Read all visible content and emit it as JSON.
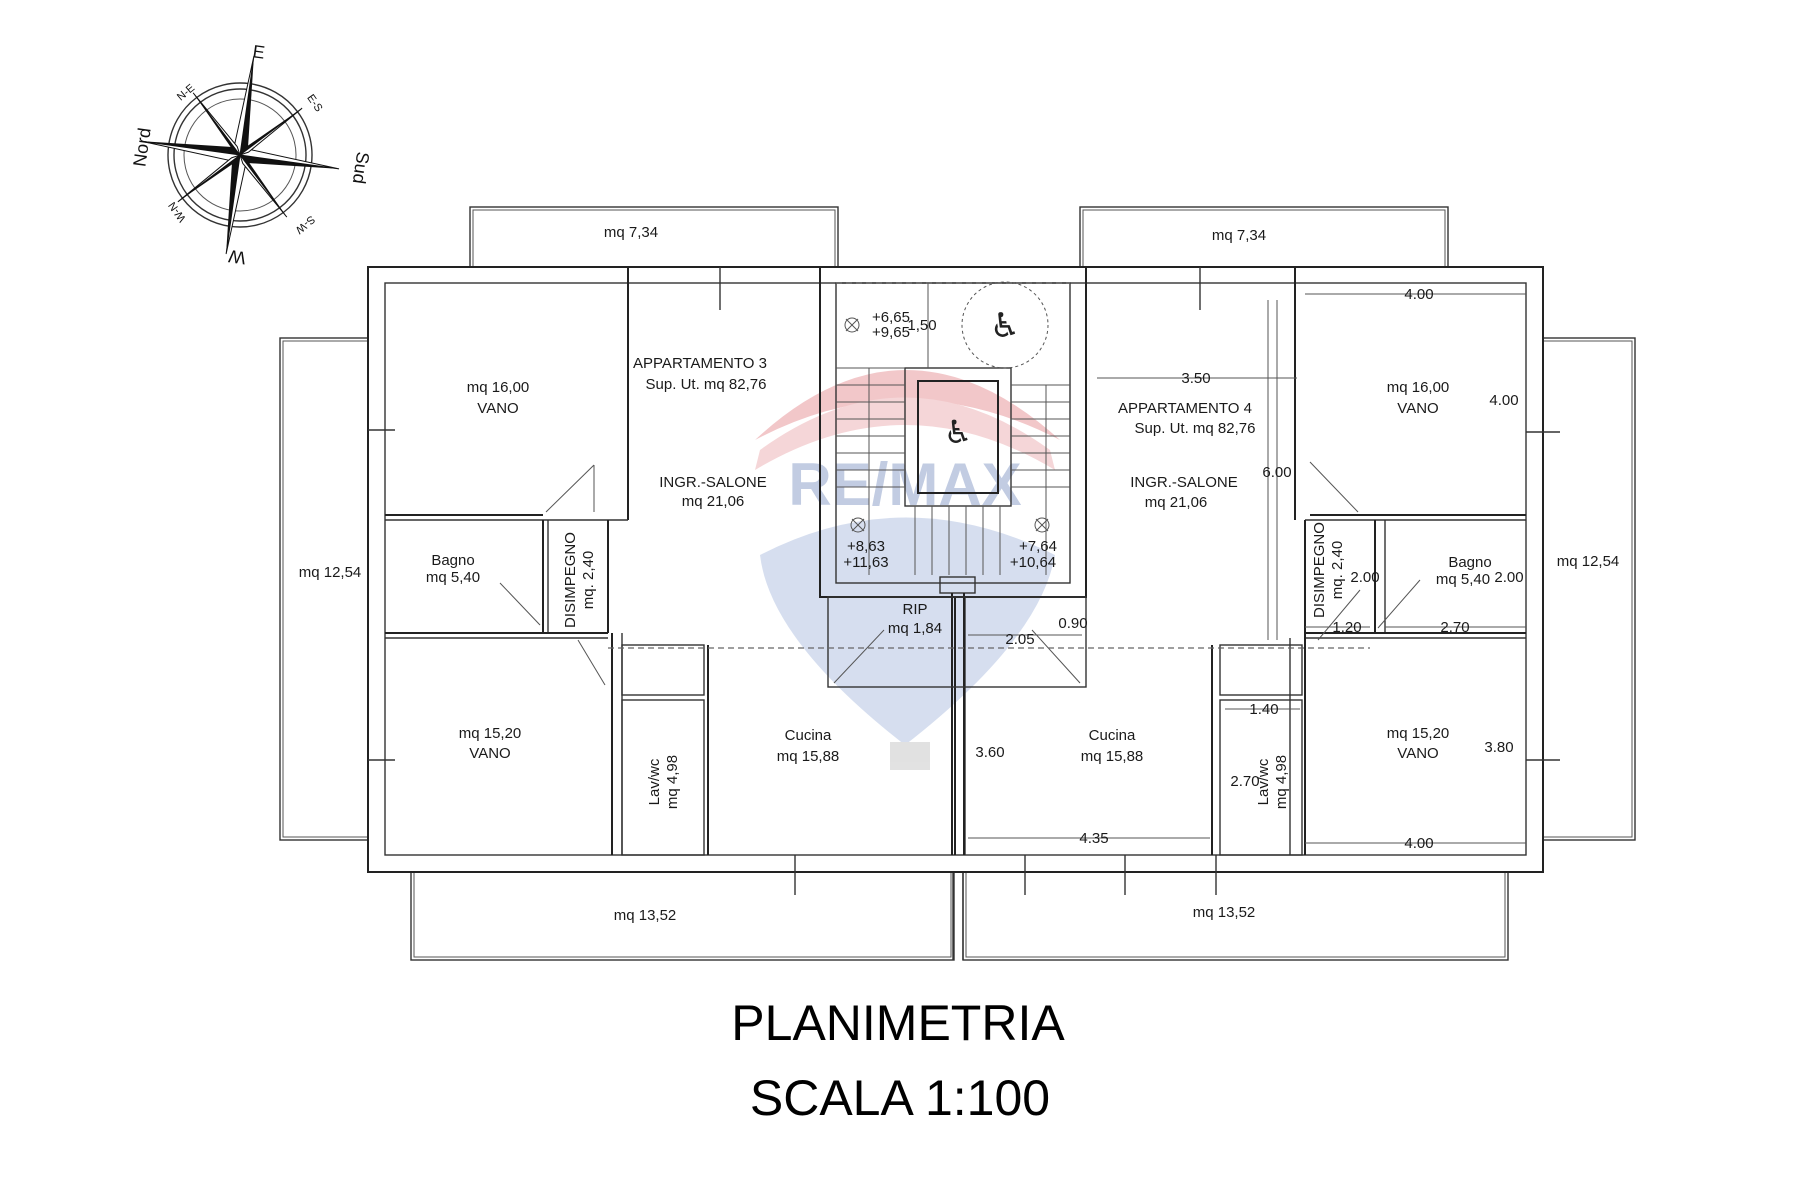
{
  "compass": {
    "north": "Nord",
    "south": "Sud",
    "east": "E",
    "west": "W",
    "ne": "N-E",
    "es": "E-S",
    "sw": "S-W",
    "wn": "W-N"
  },
  "balconies": {
    "top_left": "mq 7,34",
    "top_right": "mq 7,34",
    "left": "mq 12,54",
    "right": "mq 12,54",
    "bottom_left": "mq 13,52",
    "bottom_right": "mq 13,52"
  },
  "apartment3": {
    "name": "APPARTAMENTO 3",
    "surface": "Sup. Ut. mq 82,76",
    "rooms": {
      "vano_top": {
        "area": "mq 16,00",
        "name": "VANO"
      },
      "salone": {
        "name": "INGR.-SALONE",
        "area": "mq 21,06"
      },
      "bagno": {
        "name": "Bagno",
        "area": "mq 5,40"
      },
      "disimpegno": {
        "name": "DISIMPEGNO",
        "area": "mq. 2,40"
      },
      "vano_bottom": {
        "area": "mq 15,20",
        "name": "VANO"
      },
      "lavwc": {
        "name": "Lav/wc",
        "area": "mq 4,98"
      },
      "cucina": {
        "name": "Cucina",
        "area": "mq 15,88"
      }
    }
  },
  "apartment4": {
    "name": "APPARTAMENTO 4",
    "surface": "Sup. Ut. mq 82,76",
    "rooms": {
      "vano_top": {
        "area": "mq 16,00",
        "name": "VANO"
      },
      "salone": {
        "name": "INGR.-SALONE",
        "area": "mq 21,06"
      },
      "bagno": {
        "name": "Bagno",
        "area": "mq 5,40"
      },
      "disimpegno": {
        "name": "DISIMPEGNO",
        "area": "mq. 2,40"
      },
      "vano_bottom": {
        "area": "mq 15,20",
        "name": "VANO"
      },
      "lavwc": {
        "name": "Lav/wc",
        "area": "mq 4,98"
      },
      "cucina": {
        "name": "Cucina",
        "area": "mq 15,88"
      }
    },
    "dimensions": {
      "salone_width": "3.50",
      "salone_depth": "6.00",
      "vano_top_width": "4.00",
      "vano_top_depth": "4.00",
      "disimpegno_depth": "2.00",
      "disimpegno_width": "1.20",
      "bagno_width": "2.70",
      "bagno_depth": "2.00",
      "lavwc_width": "1.40",
      "lavwc_depth": "2.70",
      "vano_bottom_depth": "3.80",
      "vano_bottom_width": "4.00",
      "cucina_width": "4.35",
      "cucina_depth": "3.60"
    }
  },
  "stairwell": {
    "level_tl_1": "+6,65",
    "level_tl_2": "+9,65",
    "width_label": "1,50",
    "level_bl_1": "+8,63",
    "level_bl_2": "+11,63",
    "level_br_1": "+7,64",
    "level_br_2": "+10,64",
    "rip_name": "RIP",
    "rip_area": "mq 1,84",
    "rip_width": "2.05",
    "rip_depth": "0.90"
  },
  "watermark": {
    "text": "RE/MAX",
    "red": "#e8a0a4",
    "blue": "#b8c6e0"
  },
  "title": {
    "line1": "PLANIMETRIA",
    "line2": "SCALA 1:100"
  }
}
